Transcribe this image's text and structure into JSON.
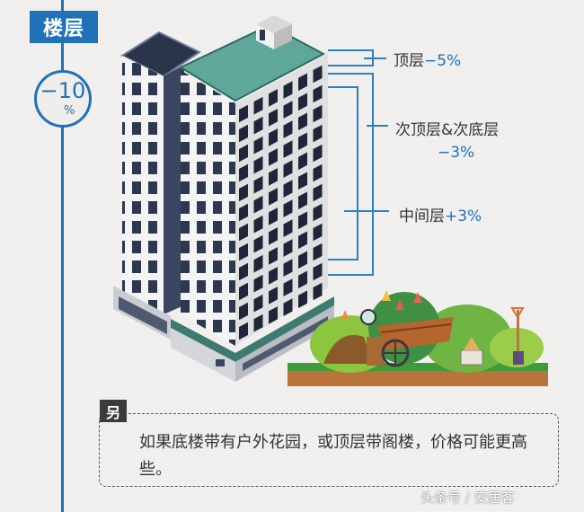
{
  "category": {
    "title": "楼层",
    "adjustment_value": "−10",
    "adjustment_unit": "%"
  },
  "floor_labels": [
    {
      "name": "顶层",
      "value": "−5%"
    },
    {
      "name": "次顶层&次底层",
      "value": "−3%"
    },
    {
      "name": "中间层",
      "value": "+3%"
    }
  ],
  "note": {
    "tag": "另",
    "text": "如果底楼带有户外花园，或顶层带阁楼，价格可能更高些。"
  },
  "watermark": "头条号 / 安居客",
  "colors": {
    "accent_blue": "#1f72b8",
    "text_dark": "#333333",
    "roof_teal": "#5fa79a",
    "window_navy": "#2a3448",
    "background": "#efeeec"
  }
}
